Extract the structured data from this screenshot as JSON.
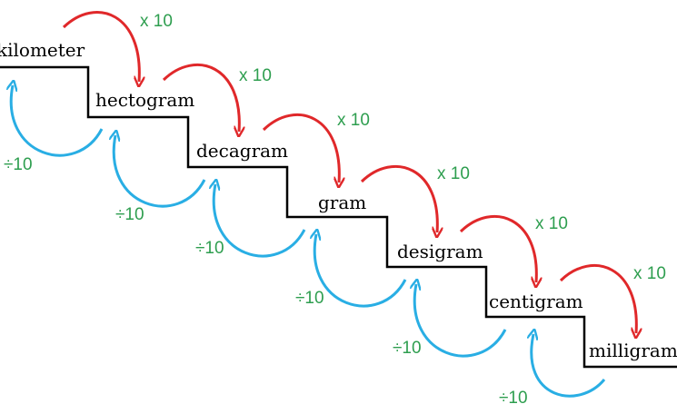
{
  "units": [
    {
      "label": "kilometer"
    },
    {
      "label": "hectogram"
    },
    {
      "label": "decagram"
    },
    {
      "label": "gram"
    },
    {
      "label": "desigram"
    },
    {
      "label": "centigram"
    },
    {
      "label": "milligram"
    }
  ],
  "multiply_label": "x 10",
  "divide_label": "÷10",
  "colors": {
    "stair": "#000000",
    "multiply_arrow": "#e0282a",
    "divide_arrow": "#29aee4",
    "multiply_text": "#2e9e4f",
    "divide_text": "#2e9e4f"
  }
}
